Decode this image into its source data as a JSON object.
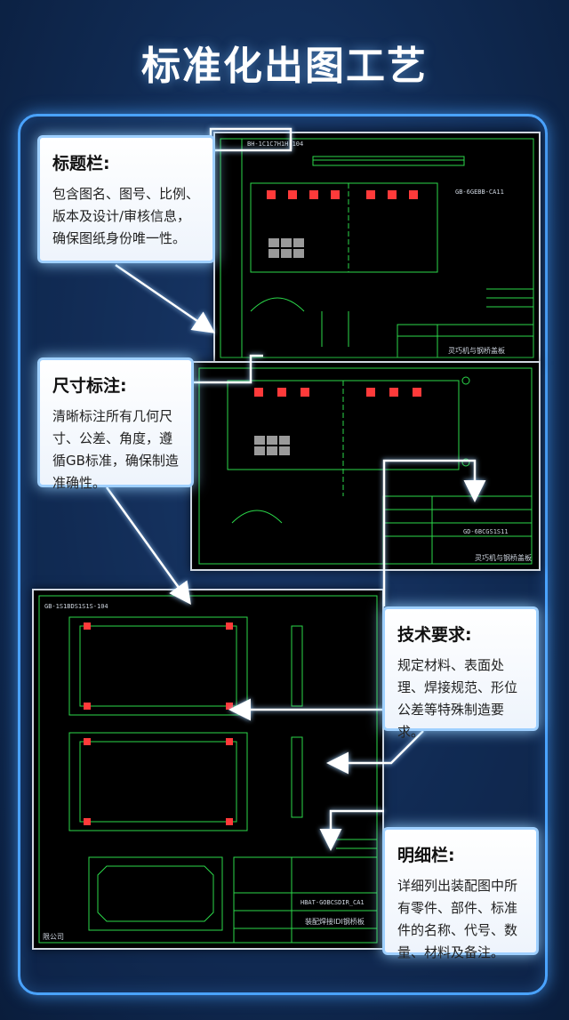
{
  "page": {
    "title": "标准化出图工艺"
  },
  "callouts": [
    {
      "heading": "标题栏:",
      "body": "包含图名、图号、比例、版本及设计/审核信息，确保图纸身份唯一性。"
    },
    {
      "heading": "尺寸标注:",
      "body": "清晰标注所有几何尺寸、公差、角度，遵循GB标准，确保制造准确性。"
    },
    {
      "heading": "技术要求:",
      "body": "规定材料、表面处理、焊接规范、形位公差等特殊制造要求。"
    },
    {
      "heading": "明细栏:",
      "body": "详细列出装配图中所有零件、部件、标准件的名称、代号、数量、材料及备注。"
    }
  ],
  "drawings": {
    "sheet1_code": "BH-1C1C7H1H-104",
    "sheet1_name": "灵巧机与钢桥盖板",
    "sheet1_ref": "GB-6GEBB-CA11",
    "sheet2_code": "GD-6BCGS1S11",
    "sheet2_name": "灵巧机与钢桥盖板",
    "sheet3_code": "GB-1S1BDS1S1S-104",
    "sheet3_ref": "HBAT-GOBCSDIR_CA1",
    "sheet3_name": "装配焊接IDI钢桥板",
    "sheet3_footer": "限公司"
  },
  "colors": {
    "accent": "#4aa3ff",
    "cad_line": "#2bd94a",
    "cad_red": "#ff3a3a"
  }
}
